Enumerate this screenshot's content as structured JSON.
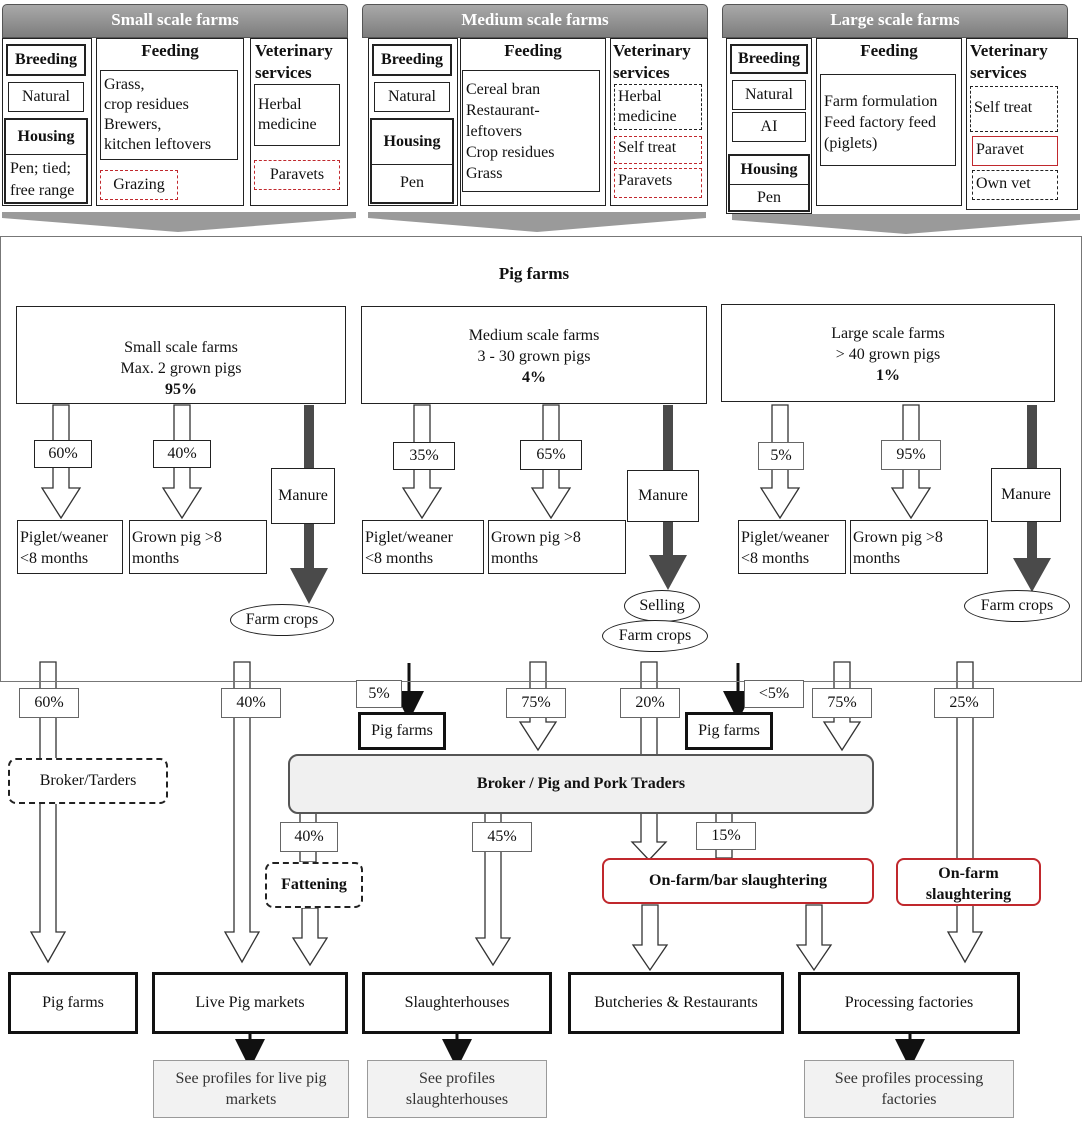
{
  "top": {
    "small": {
      "title": "Small scale farms",
      "breeding_h": "Breeding",
      "breeding_1": "Natural",
      "housing_h": "Housing",
      "housing_1": "Pen; tied;",
      "housing_2": "free range",
      "feeding_h": "Feeding",
      "feeding_l1": "Grass,",
      "feeding_l2": "crop residues",
      "feeding_l3": "Brewers,",
      "feeding_l4": "kitchen leftovers",
      "grazing": "Grazing",
      "vet_h1": "Veterinary",
      "vet_h2": "services",
      "vet_1a": "Herbal",
      "vet_1b": "medicine",
      "vet_2": "Paravets"
    },
    "medium": {
      "title": "Medium scale farms",
      "breeding_h": "Breeding",
      "breeding_1": "Natural",
      "housing_h": "Housing",
      "housing_1": "Pen",
      "feeding_h": "Feeding",
      "feeding_l1": "Cereal bran",
      "feeding_l2": "Restaurant-",
      "feeding_l3": "leftovers",
      "feeding_l4": "Crop residues",
      "feeding_l5": "Grass",
      "vet_h1": "Veterinary",
      "vet_h2": "services",
      "vet_1a": "Herbal",
      "vet_1b": "medicine",
      "vet_2": "Self treat",
      "vet_3": "Paravets"
    },
    "large": {
      "title": "Large scale farms",
      "breeding_h": "Breeding",
      "breeding_1": "Natural",
      "breeding_2": "AI",
      "housing_h": "Housing",
      "housing_1": "Pen",
      "feeding_h": "Feeding",
      "feeding_l1": "Farm formulation",
      "feeding_l2": "Feed factory feed",
      "feeding_l3": "(piglets)",
      "vet_h1": "Veterinary",
      "vet_h2": "services",
      "vet_1": "Self treat",
      "vet_2": "Paravet",
      "vet_3": "Own vet"
    }
  },
  "farms": {
    "title": "Pig farms",
    "small": {
      "l1": "Small scale farms",
      "l2": "Max. 2 grown pigs",
      "pct": "95%"
    },
    "medium": {
      "l1": "Medium scale farms",
      "l2": "3 - 30 grown pigs",
      "pct": "4%"
    },
    "large": {
      "l1": "Large scale farms",
      "l2": "> 40 grown pigs",
      "pct": "1%"
    }
  },
  "panels": {
    "small": {
      "p1": "60%",
      "p2": "40%",
      "piglet_1": "Piglet/weaner",
      "piglet_2": "<8 months",
      "grown_1": "Grown pig >8",
      "grown_2": "months",
      "manure": "Manure",
      "crops": "Farm crops"
    },
    "medium": {
      "p1": "35%",
      "p2": "65%",
      "piglet_1": "Piglet/weaner",
      "piglet_2": "<8 months",
      "grown_1": "Grown pig >8",
      "grown_2": "months",
      "manure": "Manure",
      "selling": "Selling",
      "crops": "Farm crops"
    },
    "large": {
      "p1": "5%",
      "p2": "95%",
      "piglet_1": "Piglet/weaner",
      "piglet_2": "<8 months",
      "grown_1": "Grown pig >8",
      "grown_2": "months",
      "manure": "Manure",
      "crops": "Farm crops"
    }
  },
  "flows": {
    "s60": "60%",
    "s40": "40%",
    "m5": "5%",
    "m75": "75%",
    "m20": "20%",
    "l5": "<5%",
    "l75": "75%",
    "l25": "25%",
    "b40": "40%",
    "b45": "45%",
    "b15": "15%",
    "pigfarms_a": "Pig farms",
    "pigfarms_b": "Pig farms",
    "broker_tarders": "Broker/Tarders",
    "broker_traders": "Broker / Pig and Pork Traders",
    "fattening": "Fattening",
    "onfarm_bar": "On-farm/bar slaughtering",
    "onfarm_1": "On-farm",
    "onfarm_2": "slaughtering"
  },
  "destinations": {
    "d1": "Pig farms",
    "d2": "Live Pig markets",
    "d3": "Slaughterhouses",
    "d4": "Butcheries & Restaurants",
    "d5": "Processing factories"
  },
  "profiles": {
    "p1a": "See profiles for live pig",
    "p1b": "markets",
    "p2a": "See profiles",
    "p2b": "slaughterhouses",
    "p3a": "See profiles processing",
    "p3b": "factories"
  },
  "colors": {
    "header_grey": "#8c8c8c",
    "highlight_red": "#c0282d",
    "arrow_dark": "#4a4a4a"
  }
}
